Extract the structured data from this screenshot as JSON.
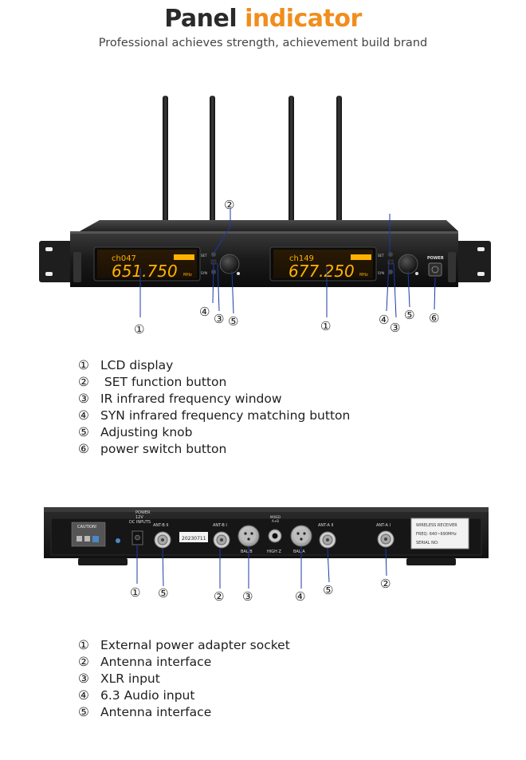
{
  "header": {
    "title_part1": "Panel",
    "title_part2": "indicator",
    "subtitle": "Professional achieves strength, achievement build brand"
  },
  "front_panel": {
    "lcd_a": {
      "channel": "ch047",
      "frequency": "651.750",
      "unit": "MHz"
    },
    "lcd_b": {
      "channel": "ch149",
      "frequency": "677.250",
      "unit": "MHz"
    },
    "set_label": "SET",
    "syn_label": "SYN",
    "power_label": "POWER",
    "callouts": [
      "①",
      "②",
      "③",
      "④",
      "⑤",
      "①",
      "③",
      "④",
      "⑤",
      "⑥"
    ]
  },
  "front_legend": [
    {
      "num": "①",
      "label": "LCD display"
    },
    {
      "num": "②",
      "label": " SET function button"
    },
    {
      "num": "③",
      "label": "IR infrared frequency window"
    },
    {
      "num": "④",
      "label": "SYN infrared frequency matching button"
    },
    {
      "num": "⑤",
      "label": "Adjusting knob"
    },
    {
      "num": "⑥",
      "label": "power switch button"
    }
  ],
  "rear_panel": {
    "power_label": "POWER",
    "power_volt": "12V",
    "dc_label": "DC INPUTS",
    "caution_label": "CAUTION!",
    "ant_bii": "ANT-B II",
    "ant_bi": "ANT-B I",
    "bal_b": "BAL.B",
    "mixed_label": "MIXED",
    "mixed_sub": "A+B",
    "high_z": "HIGH Z",
    "bal_a": "BAL.A",
    "ant_aii": "ANT-A II",
    "ant_ai": "ANT-A I",
    "date_code": "20230711",
    "label_title": "WIRELESS RECEIVER",
    "label_freq": "FREQ: 640~690MHz",
    "label_serial": "SERIAL NO:",
    "callouts": [
      "①",
      "⑤",
      "②",
      "③",
      "④",
      "⑤",
      "②"
    ]
  },
  "rear_legend": [
    {
      "num": "①",
      "label": "External power adapter socket"
    },
    {
      "num": "②",
      "label": "Antenna interface"
    },
    {
      "num": "③",
      "label": "XLR input"
    },
    {
      "num": "④",
      "label": "6.3 Audio input"
    },
    {
      "num": "⑤",
      "label": "Antenna interface"
    }
  ],
  "colors": {
    "accent": "#f18d1c",
    "callout_line": "#1c3aa8",
    "lcd_text": "#ffb300"
  }
}
